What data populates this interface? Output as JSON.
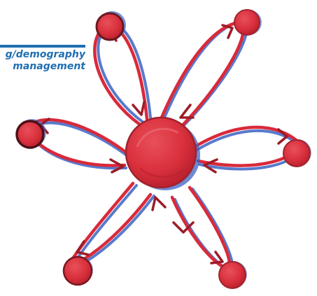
{
  "caption": {
    "line1": "g/demography",
    "line2": "management"
  },
  "colors": {
    "caption_blue": "#1f6fb2",
    "red_ink": "#d92a3a",
    "red_fill": "#d9303c",
    "blue_ink": "#3b63c4",
    "dark_outline": "#6a1820"
  },
  "diagram": {
    "hub": "central-node",
    "satellites": [
      "top-left-node",
      "top-right-node",
      "left-node",
      "right-node",
      "bottom-left-node",
      "bottom-right-node"
    ]
  }
}
